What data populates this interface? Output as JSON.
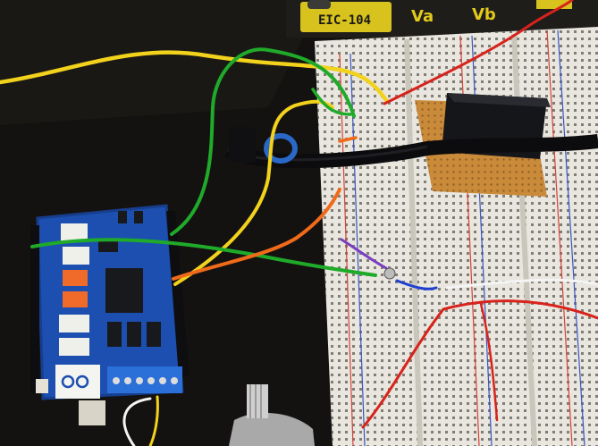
{
  "labels": {
    "board_label": "EIC-104",
    "va": "Va",
    "vb": "Vb"
  },
  "colors": {
    "table": "#141210",
    "panel": "#1e1d1a",
    "breadboard": "#e8e6de",
    "shield": "#1c4fb0",
    "perfboard": "#c98a3a",
    "relay": "#15161a",
    "wire_red": "#d8231c",
    "wire_yellow": "#f2d21c",
    "wire_green": "#1faa2a",
    "wire_orange": "#f06a1a",
    "wire_purple": "#7a3ec0",
    "wire_blue": "#1f3fd0",
    "wire_white": "#f4f4f4"
  }
}
